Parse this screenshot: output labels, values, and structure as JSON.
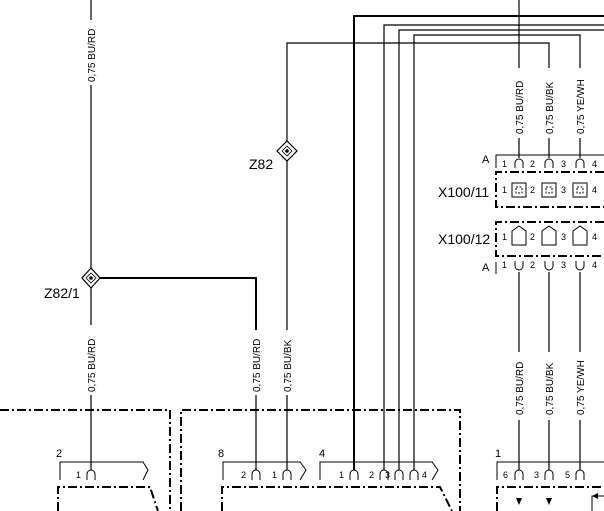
{
  "wires": {
    "w_top_left": "0,75 BU/RD",
    "w_left_lower": "0,75 BU/RD",
    "w_conn8_pin2": "0,75 BU/RD",
    "w_conn8_pin1": "0,75 BU/BK",
    "w_top_right_1": "0,75 BU/RD",
    "w_top_right_2": "0,75 BU/BK",
    "w_top_right_3": "0,75 YE/WH",
    "w_bottom_right_1": "0,75 BU/RD",
    "w_bottom_right_2": "0,75 BU/BK",
    "w_bottom_right_3": "0,75 YE/WH"
  },
  "splices": {
    "z82": "Z82",
    "z82_1": "Z82/1"
  },
  "connectors": {
    "x100_11": "X100/11",
    "x100_12": "X100/12",
    "side_a_top": "A",
    "side_a_bottom": "A"
  },
  "components": {
    "c2": "2",
    "c8": "8",
    "c4": "4",
    "c1": "1"
  },
  "pins": {
    "c2_p1": "1",
    "c8_p2": "2",
    "c8_p1": "1",
    "c4_p1": "1",
    "c4_p2": "2",
    "c4_p3": "3",
    "c4_p4": "4",
    "c1_p6": "6",
    "c1_p3": "3",
    "c1_p5": "5",
    "a_top_p1": "1",
    "a_top_p2": "2",
    "a_top_p3": "3",
    "a_top_p4": "4",
    "x11_p1": "1",
    "x11_p2": "2",
    "x11_p3": "3",
    "x11_p4": "4",
    "x12_p1": "1",
    "x12_p2": "2",
    "x12_p3": "3",
    "x12_p4": "4",
    "a_bot_p1": "1",
    "a_bot_p2": "2",
    "a_bot_p3": "3",
    "a_bot_p4": "4"
  }
}
